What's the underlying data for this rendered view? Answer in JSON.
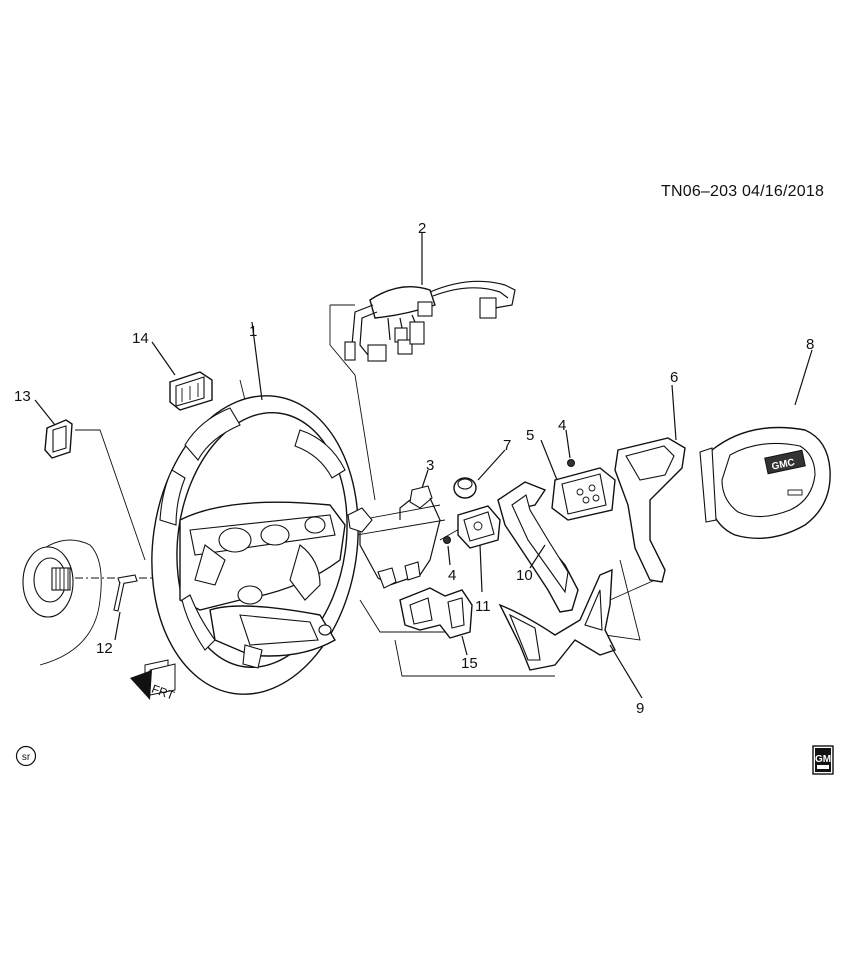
{
  "doc_id": "TN06–203  04/16/2018",
  "callouts": [
    "1",
    "2",
    "3",
    "4",
    "4",
    "5",
    "6",
    "7",
    "8",
    "9",
    "10",
    "11",
    "12",
    "13",
    "14",
    "15"
  ],
  "direction_label": "FRT",
  "logo_text": "GMC",
  "sr_symbol": "sr",
  "gm_badge": "GM",
  "icons": {
    "direction": "front-arrow-icon",
    "sr": "sr-symbol-icon",
    "gm": "gm-logo-icon"
  }
}
